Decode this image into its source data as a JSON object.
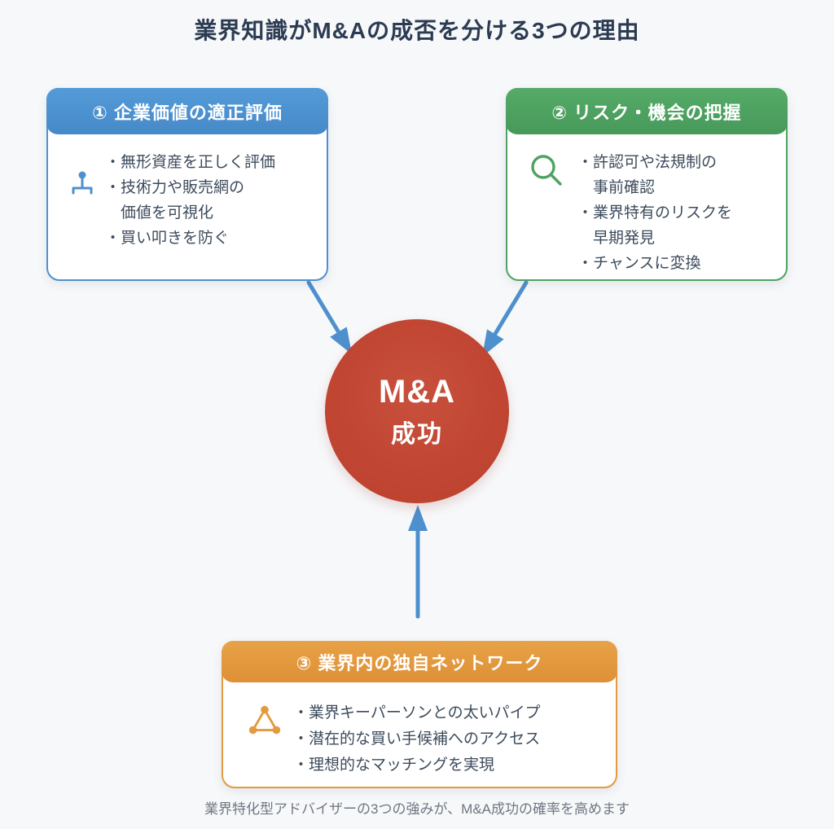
{
  "title": "業界知識がM&Aの成否を分ける3つの理由",
  "bullet_char": "・",
  "colors": {
    "background": "#F7F8FA",
    "title_navy": "#2B3B52",
    "body_text": "#3D4B5C",
    "blue": "#4E90CE",
    "green": "#4FA261",
    "orange": "#E49A3E",
    "red": "#C04A38",
    "footer_gray": "#6E7782",
    "white": "#FFFFFF"
  },
  "cards": [
    {
      "header": "① 企業価値の適正評価",
      "icon": "scale-icon",
      "accent": "#4E90CE",
      "items": [
        {
          "lines": [
            "無形資産を正しく評価"
          ]
        },
        {
          "lines": [
            "技術力や販売網の",
            "価値を可視化"
          ]
        },
        {
          "lines": [
            "買い叩きを防ぐ"
          ]
        }
      ]
    },
    {
      "header": "② リスク・機会の把握",
      "icon": "search-icon",
      "accent": "#4FA261",
      "items": [
        {
          "lines": [
            "許認可や法規制の",
            "事前確認"
          ]
        },
        {
          "lines": [
            "業界特有のリスクを",
            "早期発見"
          ]
        },
        {
          "lines": [
            "チャンスに変換"
          ]
        }
      ]
    },
    {
      "header": "③ 業界内の独自ネットワーク",
      "icon": "network-icon",
      "accent": "#E49A3E",
      "items": [
        {
          "lines": [
            "業界キーパーソンとの太いパイプ"
          ]
        },
        {
          "lines": [
            "潜在的な買い手候補へのアクセス"
          ]
        },
        {
          "lines": [
            "理想的なマッチングを実現"
          ]
        }
      ]
    }
  ],
  "center": {
    "line1": "M&A",
    "line2": "成功"
  },
  "footer": "業界特化型アドバイザーの3つの強みが、M&A成功の確率を高めます"
}
